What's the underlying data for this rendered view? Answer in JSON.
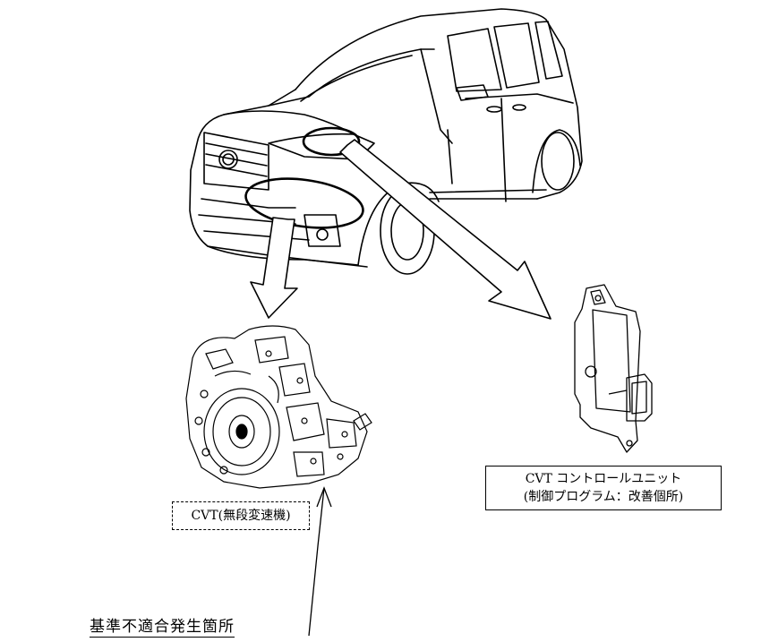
{
  "labels": {
    "cvt": "CVT(無段変速機)",
    "ecu_line1": "CVT コントロールユニット",
    "ecu_line2": "(制御プログラム：改善個所)",
    "issue_location": "基準不適合発生箇所"
  },
  "colors": {
    "line": "#000000",
    "background": "#ffffff"
  },
  "icons": {
    "vehicle": "minivan-line-drawing",
    "cvt": "transmission-illustration",
    "ecu": "control-unit-illustration"
  }
}
